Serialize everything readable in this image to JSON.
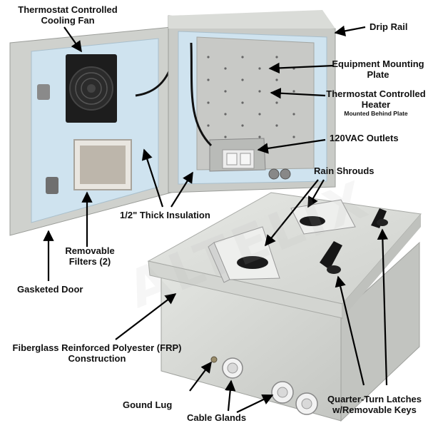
{
  "callouts": {
    "fan": "Thermostat Controlled\nCooling Fan",
    "drip_rail": "Drip Rail",
    "mounting_plate": "Equipment Mounting\nPlate",
    "heater": "Thermostat Controlled\nHeater",
    "heater_note": "Mounted Behind Plate",
    "outlets": "120VAC Outlets",
    "rain_shrouds": "Rain Shrouds",
    "insulation": "1/2\" Thick Insulation",
    "filters": "Removable\nFilters (2)",
    "gasketed_door": "Gasketed Door",
    "frp": "Fiberglass Reinforced Polyester (FRP)\nConstruction",
    "ground_lug": "Gound Lug",
    "cable_glands": "Cable Glands",
    "latches": "Quarter-Turn Latches\nw/Removable Keys"
  },
  "watermark": "ALTELIX",
  "colors": {
    "enclosure": "#d9dbd7",
    "enclosure_shade": "#c3c5c1",
    "insulation": "#cfe3ef",
    "label_text": "#111111",
    "arrow": "#000000"
  }
}
